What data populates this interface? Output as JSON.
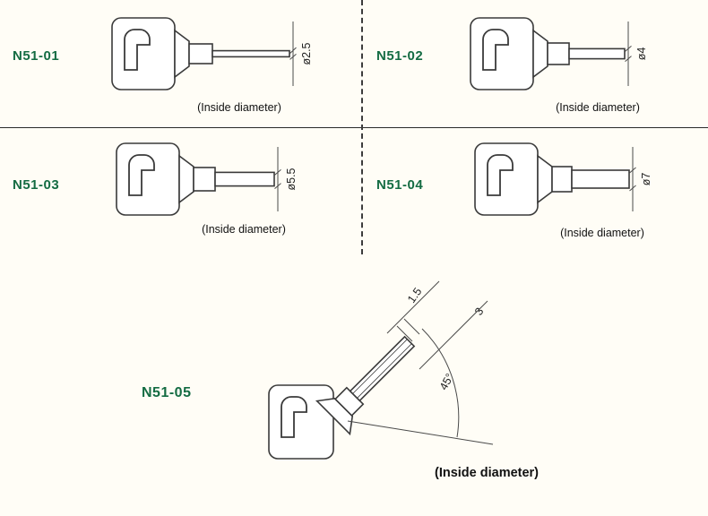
{
  "figure": {
    "accent_color": "#146c43",
    "line_color": "#3a3a3a"
  },
  "panels": {
    "n5101": {
      "label": "N51-01",
      "diameter": "ø2.5",
      "caption": "(Inside diameter)"
    },
    "n5102": {
      "label": "N51-02",
      "diameter": "ø4",
      "caption": "(Inside diameter)"
    },
    "n5103": {
      "label": "N51-03",
      "diameter": "ø5.5",
      "caption": "(Inside diameter)"
    },
    "n5104": {
      "label": "N51-04",
      "diameter": "ø7",
      "caption": "(Inside diameter)"
    },
    "n5105": {
      "label": "N51-05",
      "caption": "(Inside diameter)",
      "dim_inner": "1.5",
      "dim_outer": "3",
      "dim_angle": "45°"
    }
  }
}
